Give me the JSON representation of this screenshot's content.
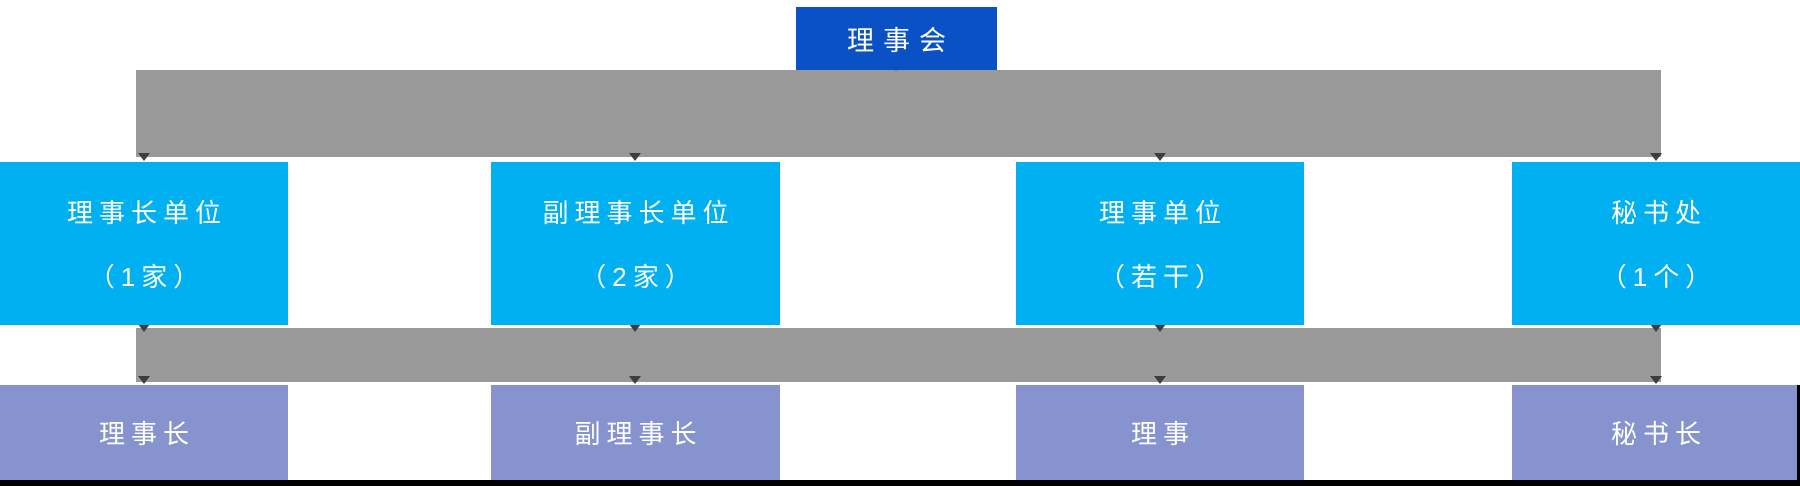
{
  "colors": {
    "blue": "#0b51c6",
    "cyan": "#00b0f0",
    "purple": "#8793ce",
    "gray": "#999999",
    "edge": "#000000",
    "text": "#ffffff"
  },
  "chart": {
    "root": {
      "label": "理事会"
    },
    "units": [
      {
        "name": "理事长单位",
        "count": "（1家）"
      },
      {
        "name": "副理事长单位",
        "count": "（2家）"
      },
      {
        "name": "理事单位",
        "count": "（若干）"
      },
      {
        "name": "秘书处",
        "count": "（1个）"
      }
    ],
    "roles": [
      {
        "label": "理事长"
      },
      {
        "label": "副理事长"
      },
      {
        "label": "理事"
      },
      {
        "label": "秘书长"
      }
    ]
  }
}
